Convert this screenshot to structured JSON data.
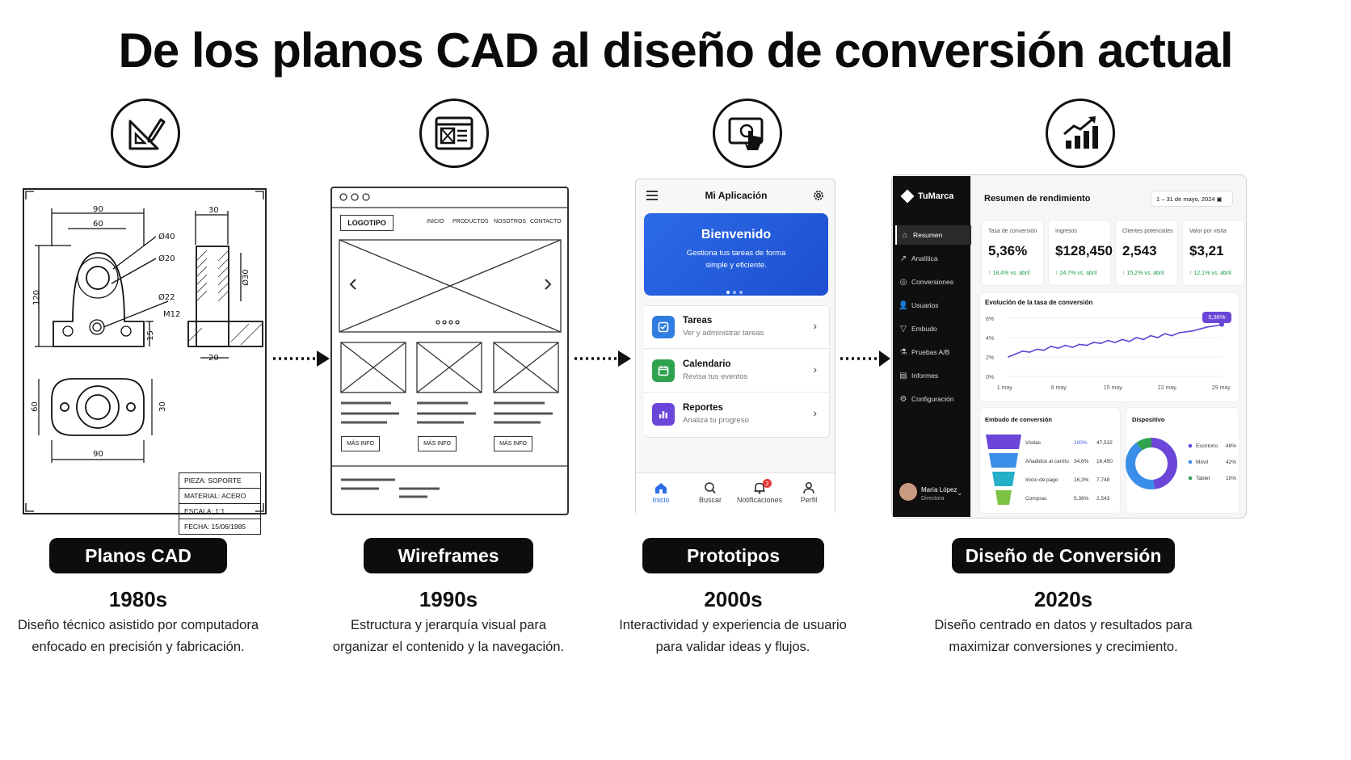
{
  "title": "De los planos CAD al diseño de conversión actual",
  "stages": [
    {
      "label": "Planos CAD",
      "decade": "1980s",
      "desc_line1": "Diseño técnico asistido por computadora",
      "desc_line2": "enfocado en precisión y fabricación.",
      "icon": "drafting-tools-icon"
    },
    {
      "label": "Wireframes",
      "decade": "1990s",
      "desc_line1": "Estructura y jerarquía visual para",
      "desc_line2": "organizar el contenido y la navegación.",
      "icon": "wireframe-window-icon"
    },
    {
      "label": "Prototipos",
      "decade": "2000s",
      "desc_line1": "Interactividad y experiencia de usuario",
      "desc_line2": "para validar ideas y flujos.",
      "icon": "touch-screen-icon"
    },
    {
      "label": "Diseño de Conversión",
      "decade": "2020s",
      "desc_line1": "Diseño centrado en datos y resultados para",
      "desc_line2": "maximizar conversiones y crecimiento.",
      "icon": "growth-chart-icon"
    }
  ],
  "cad": {
    "dims": {
      "d90_top": "90",
      "d60": "60",
      "d30_top": "30",
      "d40": "Ø40",
      "d20": "Ø20",
      "d120": "120",
      "d22": "Ø22",
      "m12": "M12",
      "d15": "15",
      "d20_bottom": "20",
      "d30_side": "Ø30",
      "d60_left": "60",
      "d30_right": "30",
      "d90_bottom": "90"
    },
    "table": {
      "pieza": "PIEZA:   SOPORTE",
      "material": "MATERIAL:   ACERO",
      "escala": "ESCALA:    1:1",
      "fecha": "FECHA:    15/06/1985"
    }
  },
  "wireframe": {
    "logo": "LOGOTIPO",
    "nav": [
      "INICIO",
      "PRODUCTOS",
      "NOSOTROS",
      "CONTACTO"
    ],
    "button": "MÁS INFO"
  },
  "prototype": {
    "app_title": "Mi Aplicación",
    "hero_title": "Bienvenido",
    "hero_sub1": "Gestiona tus tareas de forma",
    "hero_sub2": "simple y eficiente.",
    "rows": [
      {
        "title": "Tareas",
        "sub": "Ver y administrar tareas",
        "color": "#2f7de1"
      },
      {
        "title": "Calendario",
        "sub": "Revisa tus eventos",
        "color": "#2fa24f"
      },
      {
        "title": "Reportes",
        "sub": "Analiza tu progreso",
        "color": "#6b46d8"
      }
    ],
    "tabs": [
      "Inicio",
      "Buscar",
      "Notificaciones",
      "Perfil"
    ],
    "notif_badge": "2",
    "accent": "#2b6be6"
  },
  "dashboard": {
    "brand": "TuMarca",
    "nav": [
      "Resumen",
      "Analítica",
      "Conversiones",
      "Usuarios",
      "Embudo",
      "Pruebas A/B",
      "Informes",
      "Configuración"
    ],
    "user_name": "María López",
    "user_role": "Directora",
    "heading": "Resumen de rendimiento",
    "date_range": "1 – 31 de mayo, 2024",
    "kpis": [
      {
        "label": "Tasa de conversión",
        "value": "5,36%",
        "change": "↑ 18,4% vs. abril"
      },
      {
        "label": "Ingresos",
        "value": "$128,450",
        "change": "↑ 24,7% vs. abril"
      },
      {
        "label": "Clientes potenciales",
        "value": "2,543",
        "change": "↑ 15,2% vs. abril"
      },
      {
        "label": "Valor por visita",
        "value": "$3,21",
        "change": "↑ 12,1% vs. abril"
      }
    ],
    "chart_title": "Evolución de la tasa de conversión",
    "chart_callout": "5,36%",
    "chart_data": {
      "type": "line",
      "x": [
        "1 may.",
        "8 may.",
        "15 may.",
        "22 may.",
        "29 may."
      ],
      "y_ticks": [
        "6%",
        "4%",
        "2%",
        "0%"
      ],
      "ylim": [
        0,
        6
      ],
      "values": [
        2.0,
        2.3,
        2.6,
        2.5,
        2.8,
        2.7,
        3.1,
        2.9,
        3.2,
        3.0,
        3.3,
        3.2,
        3.5,
        3.4,
        3.7,
        3.5,
        3.8,
        3.6,
        4.0,
        3.8,
        4.2,
        4.0,
        4.4,
        4.2,
        4.5,
        4.6,
        4.7,
        4.9,
        5.1,
        5.2,
        5.36
      ]
    },
    "funnel_title": "Embudo de conversión",
    "funnel": [
      {
        "stage": "Visitas",
        "pct": "100%",
        "count": "47,532",
        "color": "#6b46d8"
      },
      {
        "stage": "Añadidos al carrito",
        "pct": "34,6%",
        "count": "16,450",
        "color": "#3b8ee8"
      },
      {
        "stage": "Inicio de pago",
        "pct": "16,3%",
        "count": "7,748",
        "color": "#26b0c8"
      },
      {
        "stage": "Compras",
        "pct": "5,36%",
        "count": "2,543",
        "color": "#7cc242"
      }
    ],
    "device_title": "Dispositivo",
    "devices": [
      {
        "name": "Escritorio",
        "pct": "48%",
        "value": 48,
        "color": "#6b46d8"
      },
      {
        "name": "Móvil",
        "pct": "42%",
        "value": 42,
        "color": "#3b8ee8"
      },
      {
        "name": "Tablet",
        "pct": "10%",
        "value": 10,
        "color": "#2fa24f"
      }
    ]
  }
}
